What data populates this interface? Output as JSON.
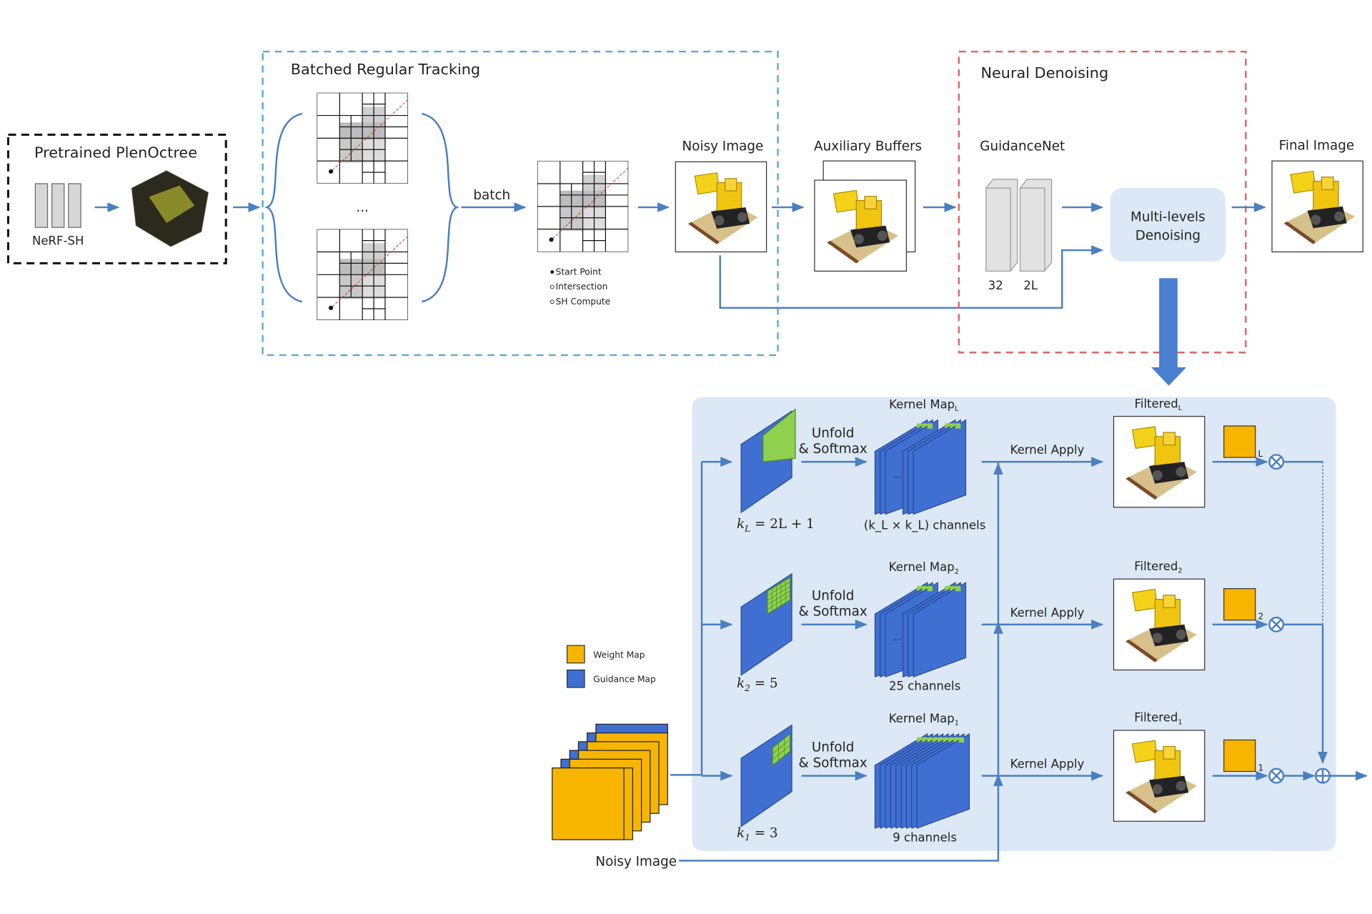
{
  "pretrained": {
    "title": "Pretrained PlenOctree",
    "model_label": "NeRF-SH"
  },
  "tracking": {
    "title": "Batched Regular Tracking",
    "ellipsis": "...",
    "batch_label": "batch",
    "legend": [
      "Start Point",
      "Intersection",
      "SH Compute"
    ]
  },
  "noisy_image_label": "Noisy Image",
  "aux_buffers_label": "Auxiliary Buffers",
  "denoising": {
    "title": "Neural Denoising",
    "guidancenet_label": "GuidanceNet",
    "layer_labels": [
      "32",
      "2L"
    ],
    "multilevel_label_line1": "Multi-levels",
    "multilevel_label_line2": "Denoising"
  },
  "final_image_label": "Final Image",
  "legend": {
    "weight_map": "Weight Map",
    "guidance_map": "Guidance Map"
  },
  "levels": [
    {
      "kernel_map": "Kernel Map",
      "sub": "L",
      "op_line1": "Unfold",
      "op_line2": "& Softmax",
      "k_label": "k",
      "k_sub": "L",
      "k_value": " = 2L + 1",
      "channels": "(k_L × k_L) channels",
      "apply": "Kernel Apply",
      "filtered": "Filtered",
      "weight_sub": "L"
    },
    {
      "kernel_map": "Kernel Map",
      "sub": "2",
      "op_line1": "Unfold",
      "op_line2": "& Softmax",
      "k_label": "k",
      "k_sub": "2",
      "k_value": " = 5",
      "channels": "25 channels",
      "apply": "Kernel Apply",
      "filtered": "Filtered",
      "weight_sub": "2"
    },
    {
      "kernel_map": "Kernel Map",
      "sub": "1",
      "op_line1": "Unfold",
      "op_line2": "& Softmax",
      "k_label": "k",
      "k_sub": "1",
      "k_value": " = 3",
      "channels": "9 channels",
      "apply": "Kernel Apply",
      "filtered": "Filtered",
      "weight_sub": "1"
    }
  ],
  "bottom_noisy_label": "Noisy Image",
  "colors": {
    "accent_blue": "#4a7fc1",
    "guidance_blue": "#3f6fd1",
    "weight_yellow": "#f7b500",
    "kernel_green": "#8fd14f",
    "panel_bg": "#dce8f5",
    "tracking_border": "#5aaad6",
    "denoise_border": "#e06464"
  }
}
